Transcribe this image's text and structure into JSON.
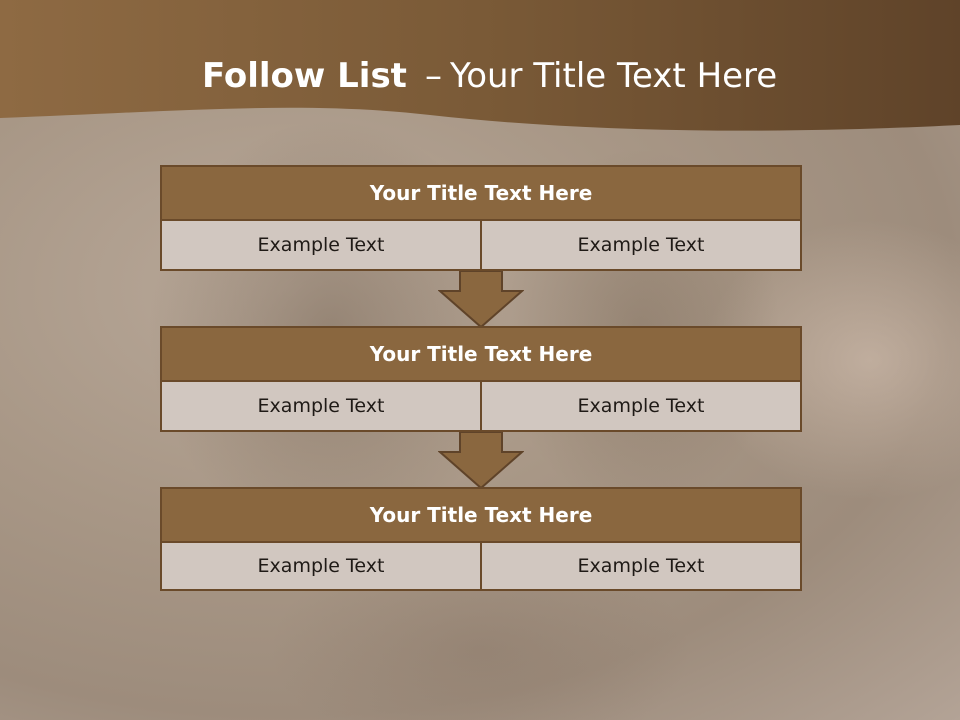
{
  "slide": {
    "title_bold": "Follow List",
    "title_dash": "–",
    "title_rest": "Your Title Text Here"
  },
  "blocks": [
    {
      "title": "Your Title Text Here",
      "left": "Example Text",
      "right": "Example Text"
    },
    {
      "title": "Your Title Text Here",
      "left": "Example Text",
      "right": "Example Text"
    },
    {
      "title": "Your Title Text Here",
      "left": "Example Text",
      "right": "Example Text"
    }
  ],
  "colors": {
    "header_band": "#6e4f30",
    "block_header": "#8a673f",
    "block_border": "#6a4a2a",
    "cell_fill": "#d1c7c0",
    "arrow": "#8a673f"
  },
  "icons": [
    "down-arrow-icon",
    "down-arrow-icon"
  ]
}
